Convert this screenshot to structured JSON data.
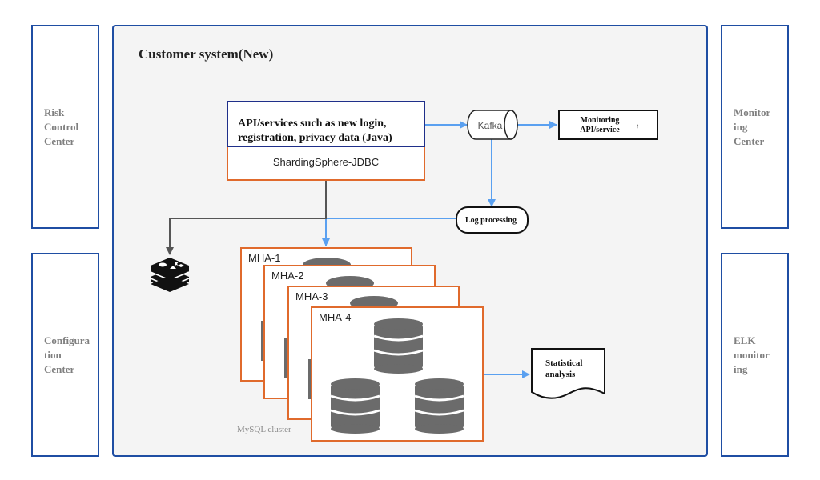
{
  "left_panels": [
    {
      "label": "Risk\nControl\nCenter"
    },
    {
      "label": "Configura\ntion\nCenter"
    }
  ],
  "right_panels": [
    {
      "label": "Monitor\ning\nCenter"
    },
    {
      "label": "ELK\nmonitor\ning"
    }
  ],
  "main": {
    "title": "Customer system(New)",
    "api_box": "API/services such as new login, registration, privacy data (Java)",
    "jdbc_box": "ShardingSphere-JDBC",
    "kafka": "Kafka",
    "monitoring_api": {
      "line1": "Monitoring",
      "line2": "API/service",
      "mark": "↑"
    },
    "log_processing": "Log processing",
    "statistical": {
      "line1": "Statistical",
      "line2": "analysis"
    },
    "mha_groups": [
      "MHA-1",
      "MHA-2",
      "MHA-3",
      "MHA-4"
    ],
    "mysql_cluster": "MySQL cluster",
    "cache_icon": "redis-icon"
  },
  "colors": {
    "panel_border": "#1f4ea3",
    "api_border": "#1f2f8a",
    "mha_border": "#e06a2c",
    "arrow_blue": "#5aa0f0",
    "arrow_gray": "#555555",
    "db_gray": "#6b6b6b",
    "main_bg": "#f4f4f4"
  }
}
